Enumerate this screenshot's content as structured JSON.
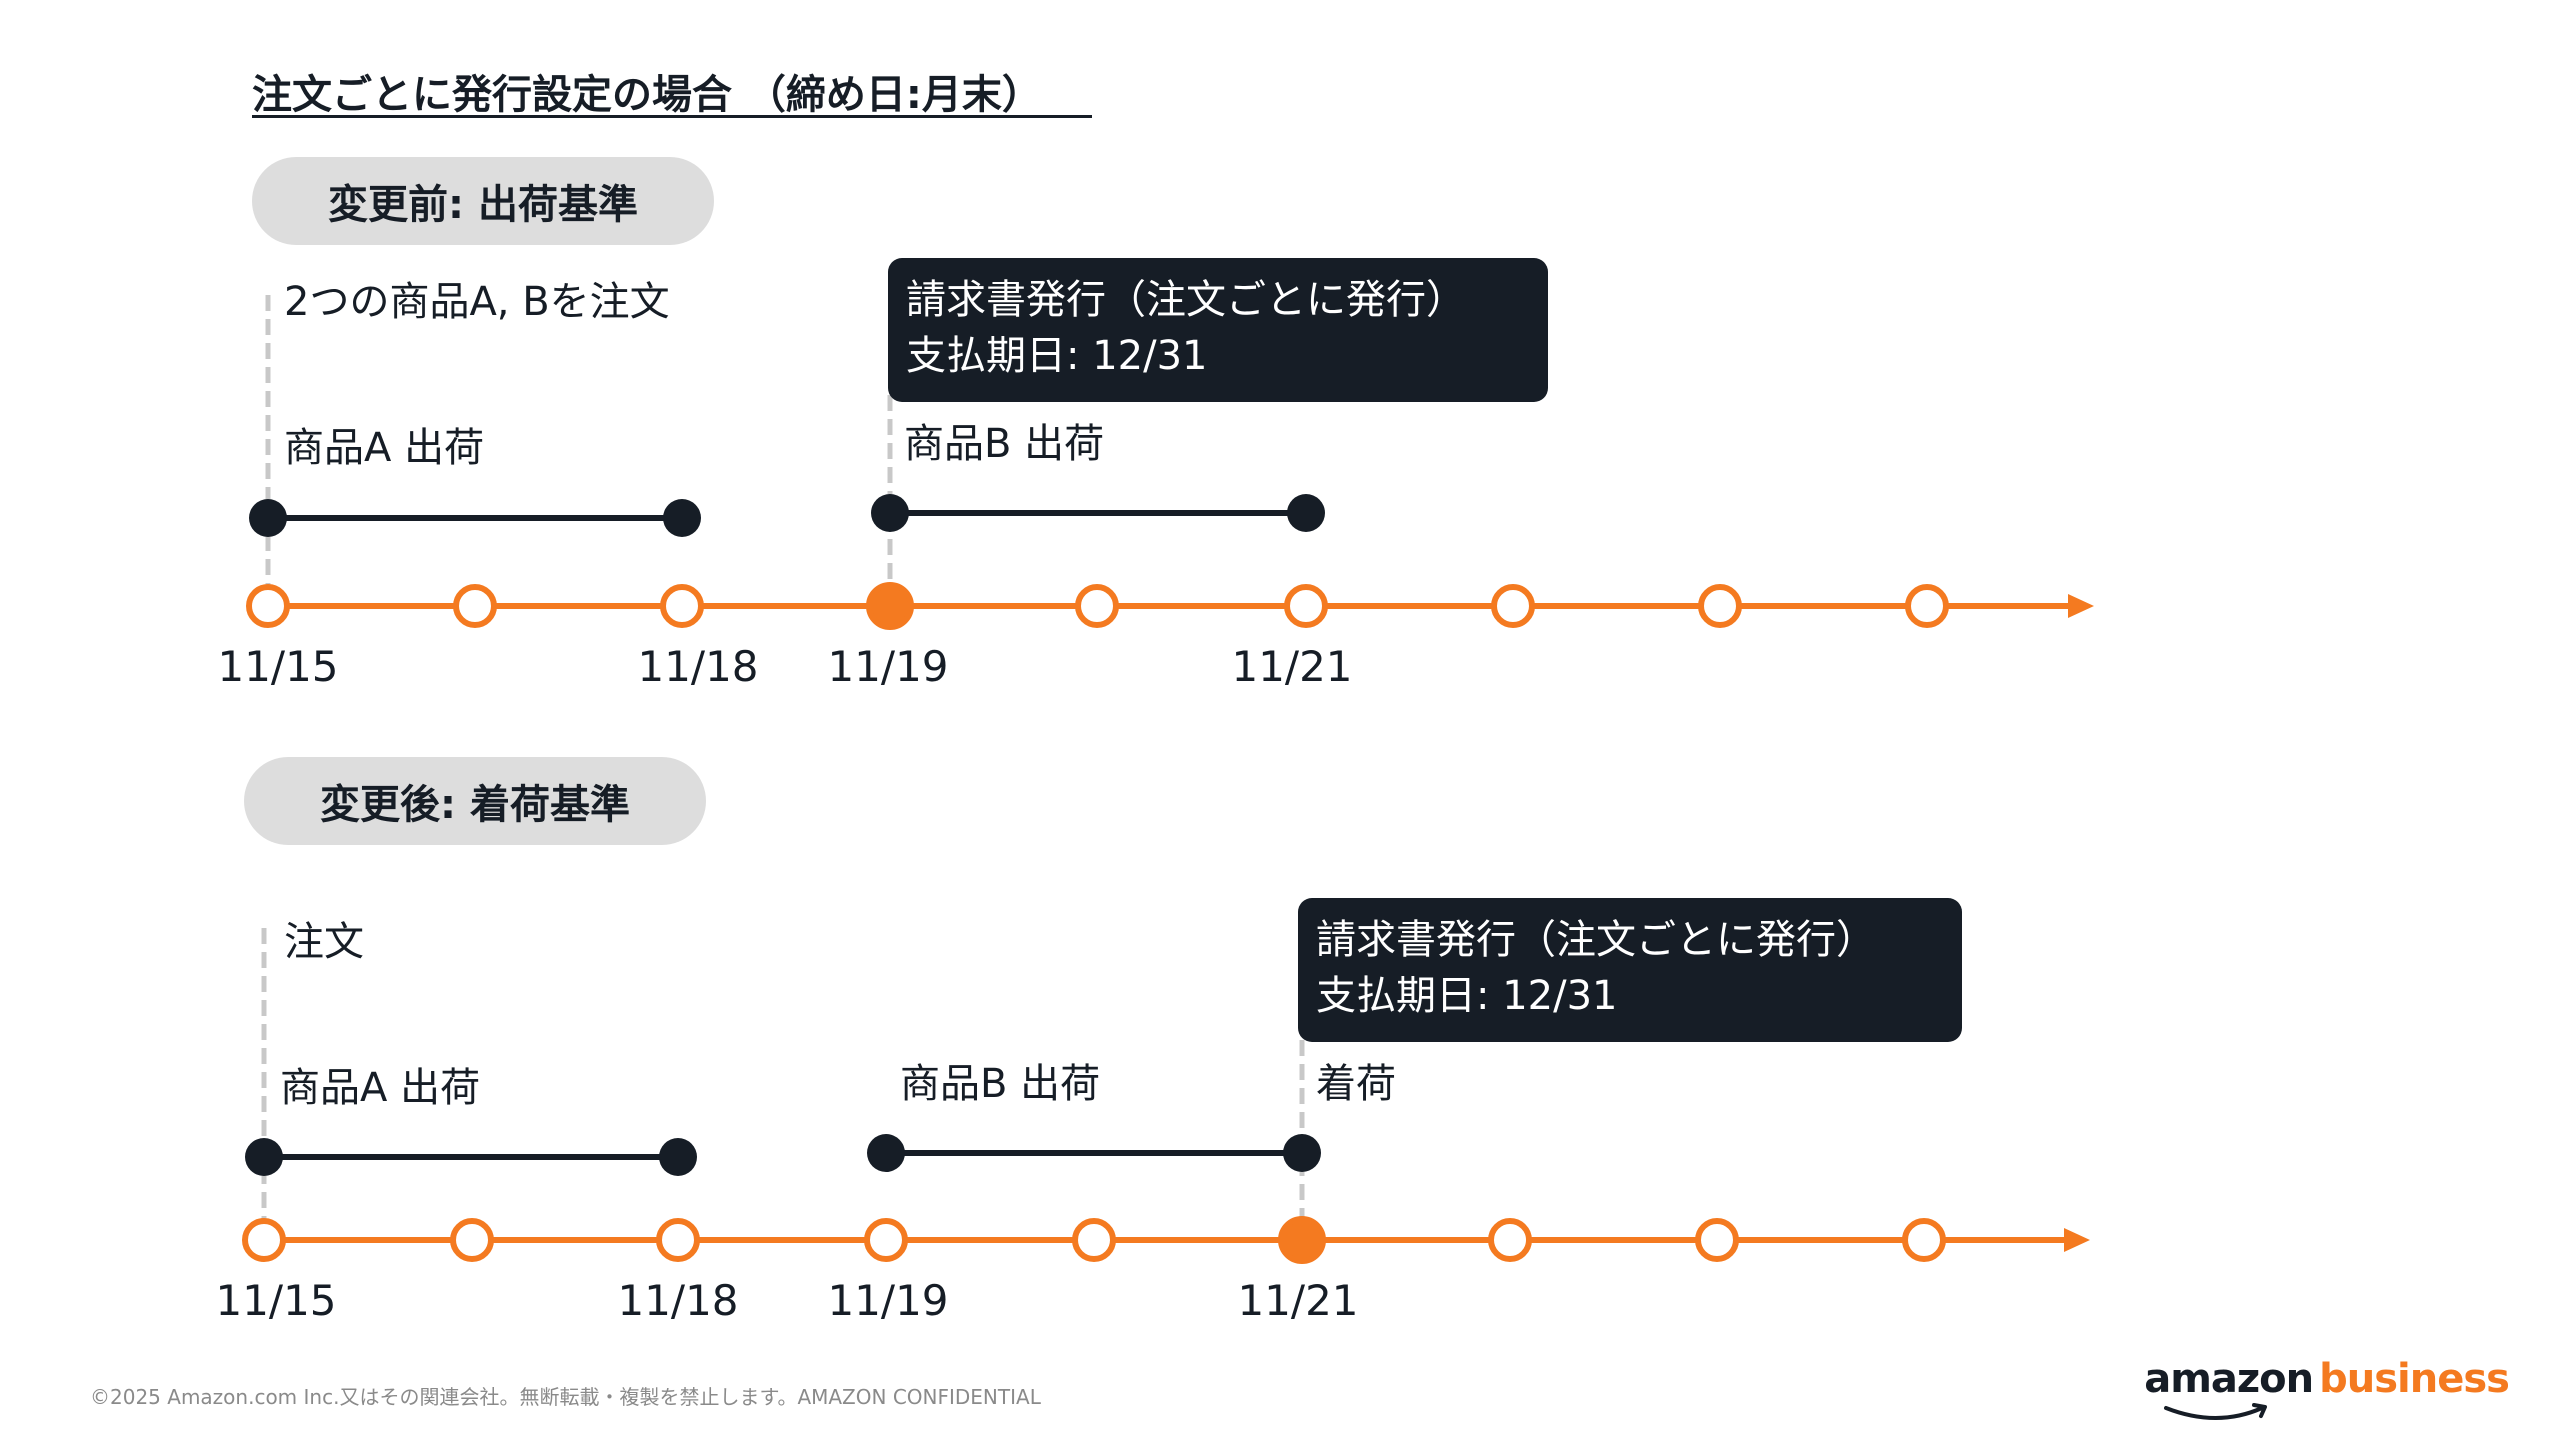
{
  "title": "注文ごとに発行設定の場合 （締め日:月末）",
  "colors": {
    "orange": "#f47a20",
    "dark": "#161d26",
    "dashed": "#c8c8c8",
    "pill": "#dddddd"
  },
  "before": {
    "pill": "変更前: 出荷基準",
    "order_label": "2つの商品A, Bを注文",
    "item_a": "商品A 出荷",
    "item_b": "商品B 出荷",
    "callout_line1": "請求書発行（注文ごとに発行）",
    "callout_line2": "支払期日: 12/31",
    "dates": [
      "11/15",
      "11/18",
      "11/19",
      "11/21"
    ]
  },
  "after": {
    "pill": "変更後: 着荷基準",
    "order_label": "注文",
    "item_a": "商品A 出荷",
    "item_b": "商品B 出荷",
    "arrival": "着荷",
    "callout_line1": "請求書発行（注文ごとに発行）",
    "callout_line2": "支払期日: 12/31",
    "dates": [
      "11/15",
      "11/18",
      "11/19",
      "11/21"
    ]
  },
  "footer": "©2025 Amazon.com Inc.又はその関連会社。無断転載・複製を禁止します。AMAZON CONFIDENTIAL",
  "logo": {
    "word1": "amazon",
    "word2": "business"
  }
}
